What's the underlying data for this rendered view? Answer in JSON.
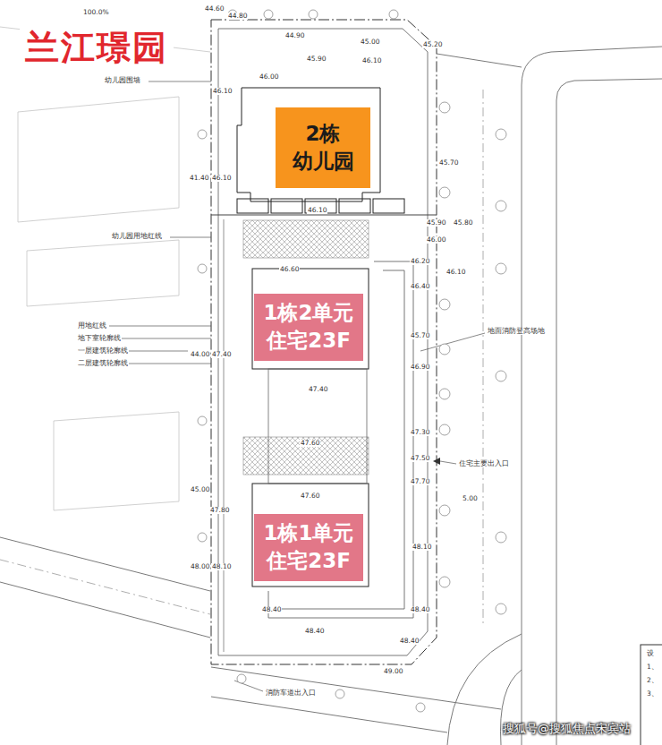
{
  "diagram": {
    "title": "兰江璟园",
    "nodes": [
      {
        "text": [
          "2栋",
          "幼儿园"
        ]
      },
      {
        "text": [
          "1栋2单元",
          "住宅23F"
        ]
      },
      {
        "text": [
          "1栋1单元",
          "住宅23F"
        ]
      }
    ],
    "labels": [
      "100.0%",
      "44.60",
      "44.80",
      "44.90",
      "45.00",
      "45.90",
      "45.20",
      "46.10",
      "46.00",
      "46.10",
      "幼儿园围墙",
      "45.70",
      "41.40",
      "46.10",
      "46.10",
      "45.90",
      "45.80",
      "46.00",
      "幼儿园用地红线",
      "46.20",
      "46.60",
      "46.10",
      "46.40",
      "用地红线",
      "地下室轮廓线",
      "一层建筑轮廓线",
      "二层建筑轮廓线",
      "地面消防登高场地",
      "45.70",
      "44.00",
      "47.40",
      "46.90",
      "47.40",
      "47.30",
      "47.60",
      "47.50",
      "住宅主要出入口",
      "47.70",
      "45.00",
      "47.60",
      "5.00",
      "47.80",
      "48.10",
      "48.00",
      "48.10",
      "48.40",
      "48.40",
      "48.40",
      "48.40",
      "49.00",
      "消防车道出入口",
      "设",
      "1、",
      "2、",
      "3、",
      "搜狐号@搜狐焦点宋宾站"
    ]
  }
}
